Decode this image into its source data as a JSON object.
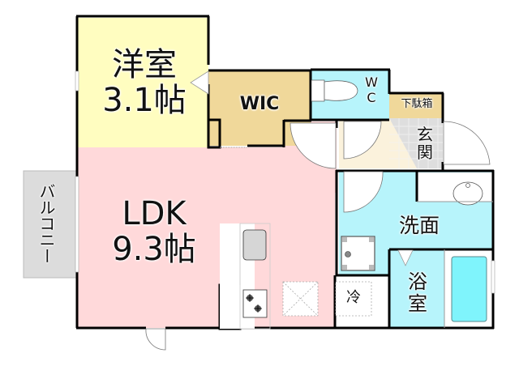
{
  "floor_plan": {
    "rooms": [
      {
        "id": "western_room",
        "name": "洋室",
        "size": "3.1帖",
        "color": "#fffdc0"
      },
      {
        "id": "wic",
        "name": "WIC",
        "color": "#f0d89a"
      },
      {
        "id": "wc",
        "name": "W C",
        "name_line1": "W",
        "name_line2": "C",
        "color": "#b7f4fb"
      },
      {
        "id": "shoe_box",
        "name": "下駄箱",
        "color": "#f0d89a"
      },
      {
        "id": "entrance",
        "name": "玄関",
        "name_line1": "玄",
        "name_line2": "関",
        "color": "#dcdcdc"
      },
      {
        "id": "ldk",
        "name": "LDK",
        "size": "9.3帖",
        "color": "#ffd9da"
      },
      {
        "id": "washroom",
        "name": "洗面",
        "color": "#b7f4fb"
      },
      {
        "id": "bathroom",
        "name": "浴室",
        "name_line1": "浴",
        "name_line2": "室",
        "color": "#b7f4fb"
      },
      {
        "id": "balcony",
        "name": "バルコニー",
        "color": "#dcdcdc"
      },
      {
        "id": "hallway",
        "color": "#fbf2dc"
      }
    ],
    "fixtures": {
      "refrigerator": "冷",
      "bathtub_color": "#7ff4fc"
    },
    "colors": {
      "wall": "#000000",
      "background": "#ffffff"
    }
  }
}
